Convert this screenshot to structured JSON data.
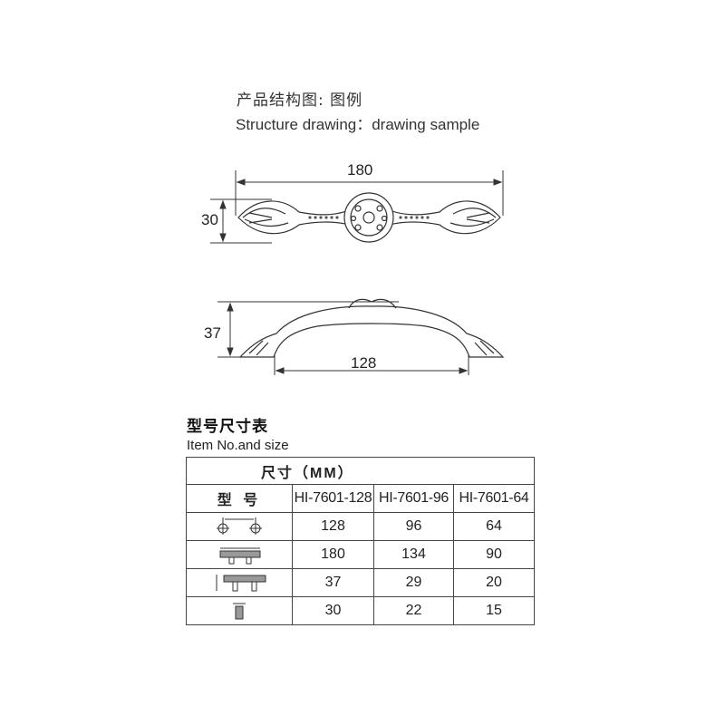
{
  "header": {
    "title_cn": "产品结构图: 图例",
    "title_en": "Structure drawing：drawing sample"
  },
  "drawing": {
    "top_length": "180",
    "top_height": "30",
    "side_height": "37",
    "hole_spacing": "128"
  },
  "table_section": {
    "title_cn": "型号尺寸表",
    "title_en": "Item No.and size",
    "header_dimension": "尺寸（MM）",
    "header_model": "型 号",
    "models": [
      "HI-7601-128",
      "HI-7601-96",
      "HI-7601-64"
    ],
    "rows": [
      {
        "icon": "hole-spacing-icon",
        "values": [
          "128",
          "96",
          "64"
        ]
      },
      {
        "icon": "length-icon",
        "values": [
          "180",
          "134",
          "90"
        ]
      },
      {
        "icon": "height-icon",
        "values": [
          "37",
          "29",
          "20"
        ]
      },
      {
        "icon": "width-icon",
        "values": [
          "30",
          "22",
          "15"
        ]
      }
    ]
  }
}
